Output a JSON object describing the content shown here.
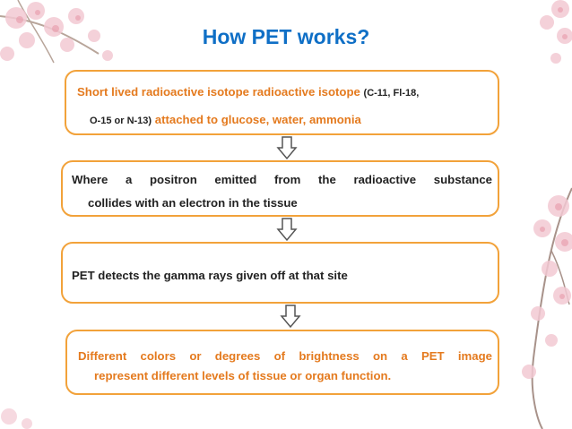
{
  "title": "How PET works?",
  "steps": [
    {
      "line1_main": "Short lived radioactive isotope radioactive isotope",
      "line1_small": "(C-11, Fl-18,",
      "line2_small": "O-15  or  N-13)",
      "line2_main": "attached  to  glucose,  water,  ammonia"
    },
    {
      "line1": "Where  a  positron  emitted  from  the  radioactive  substance",
      "line2": "collides with an electron in the tissue"
    },
    {
      "line1": "PET detects the gamma rays given off at that site"
    },
    {
      "line1": "Different  colors  or  degrees  of  brightness  on  a  PET  image",
      "line2": "represent different levels of tissue or organ function."
    }
  ],
  "colors": {
    "title": "#0f6fc6",
    "accent_text": "#e47a1e",
    "box_border": "#f2a23a",
    "arrow": "#555555"
  },
  "icons": [
    "down-arrow-icon",
    "cherry-blossom-decoration"
  ]
}
